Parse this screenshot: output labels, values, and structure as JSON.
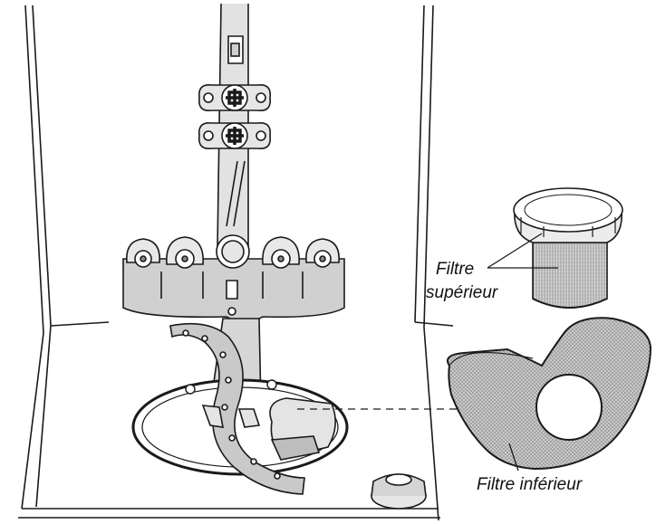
{
  "labels": {
    "upper_filter_line1": "Filtre",
    "upper_filter_line2": "supérieur",
    "lower_filter": "Filtre inférieur"
  },
  "colors": {
    "line": "#1a1a1a",
    "part_fill": "#dcdcdc",
    "arm_fill": "#c9c9c9",
    "mesh_fill": "#bdbdbd",
    "background": "#ffffff"
  }
}
